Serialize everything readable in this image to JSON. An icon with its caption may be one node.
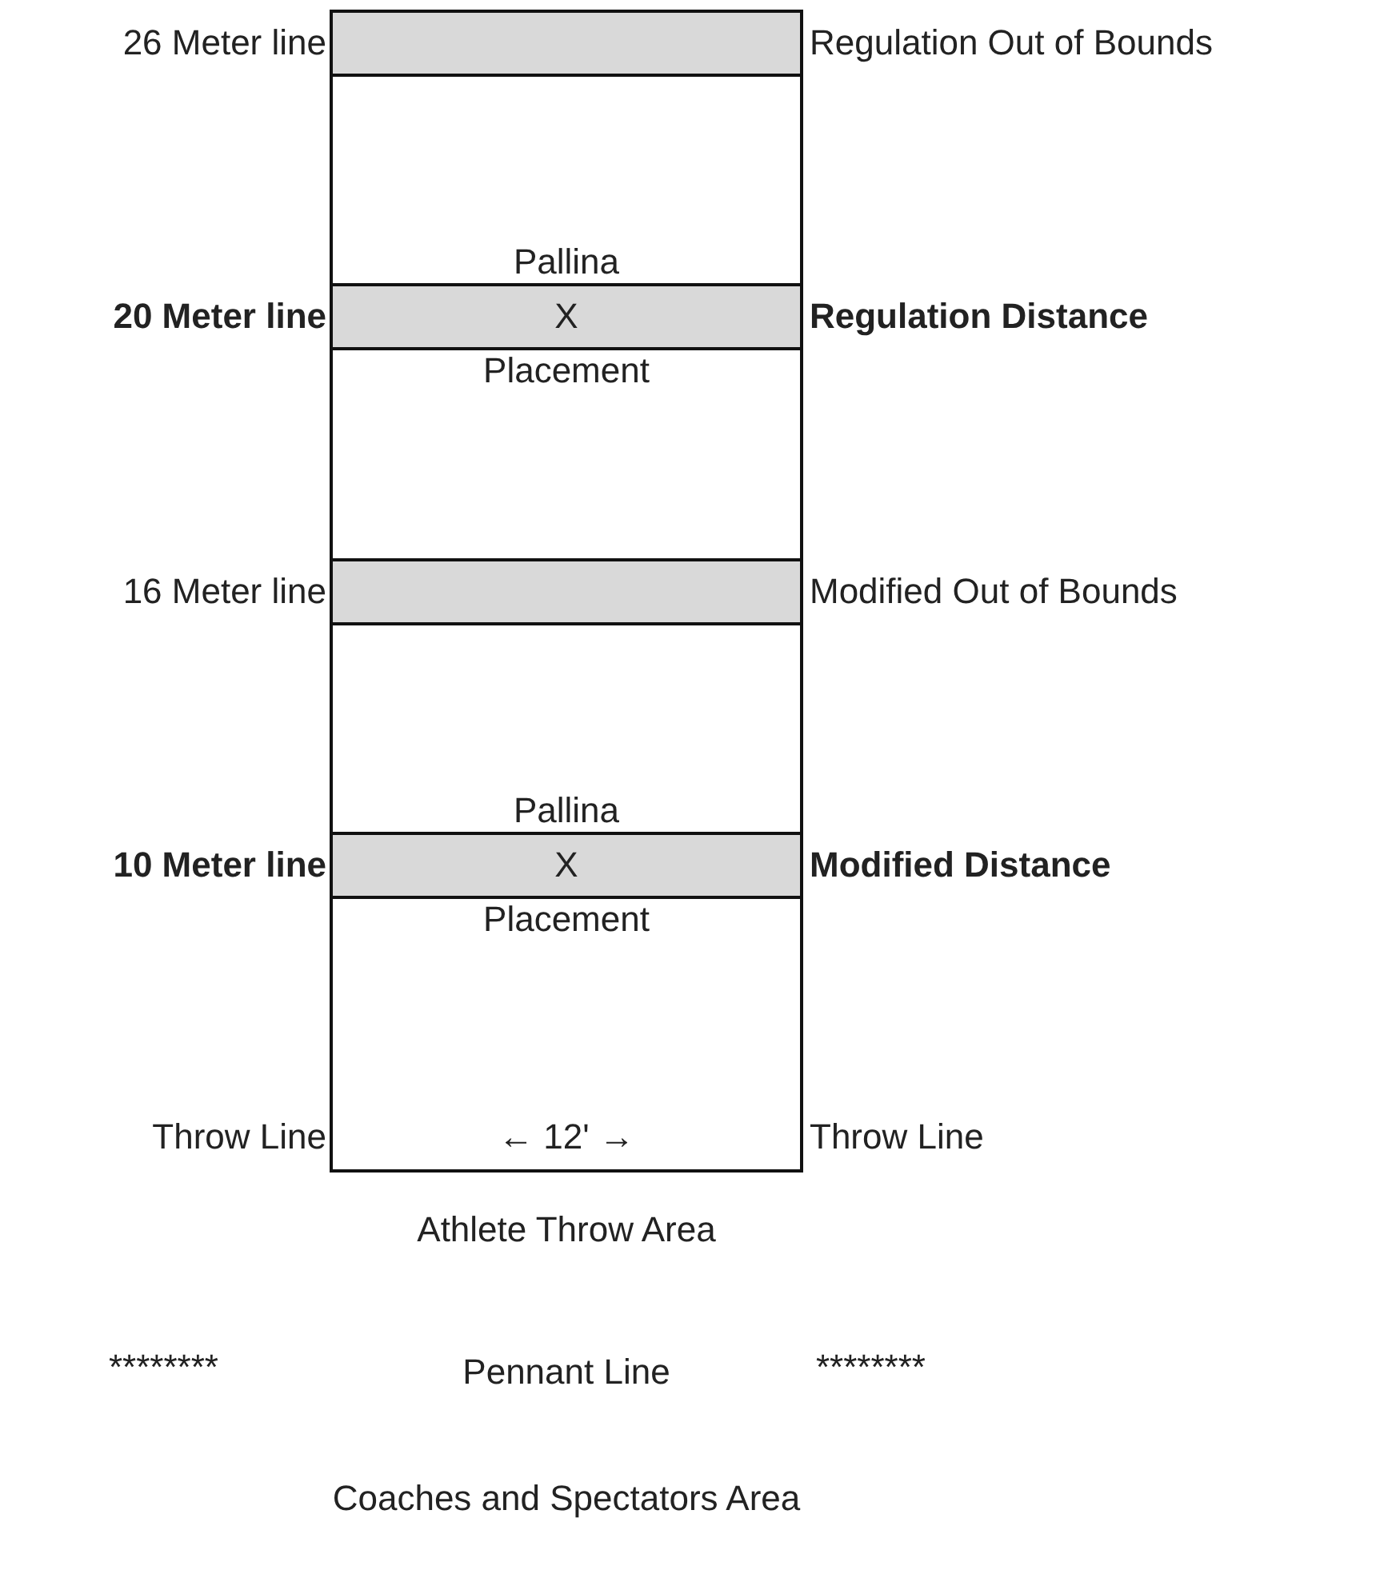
{
  "diagram": {
    "nodes": [
      {
        "text": [
          "← 12' →"
        ],
        "beside": [
          "Throw Line",
          "Throw Line"
        ]
      },
      {
        "text": [],
        "shape": "bar",
        "in": 0,
        "beside": [
          "26 Meter line",
          "Regulation Out of Bounds"
        ]
      },
      {
        "text": [
          "X"
        ],
        "in": 0,
        "beside": [
          "20 Meter line",
          "Regulation Distance",
          "Pallina",
          "Placement"
        ]
      },
      {
        "text": [],
        "shape": "bar",
        "in": 0,
        "beside": [
          "16 Meter line",
          "Modified Out of Bounds"
        ]
      },
      {
        "text": [
          "X"
        ],
        "in": 0,
        "beside": [
          "10 Meter line",
          "Modified Distance",
          "Pallina",
          "Placement"
        ]
      }
    ],
    "labels": [
      "Athlete Throw Area",
      "********",
      "Pennant Line",
      "********",
      "Coaches and Spectators Area"
    ]
  }
}
